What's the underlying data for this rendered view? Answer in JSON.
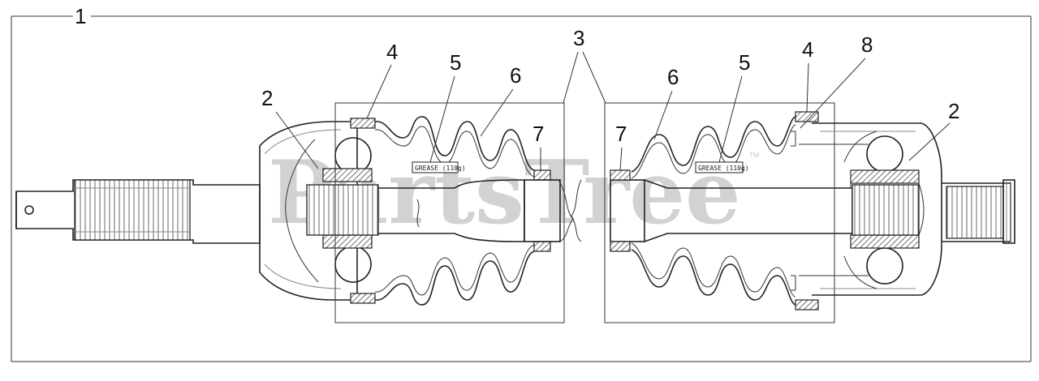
{
  "callouts": {
    "c1": "1",
    "c2a": "2",
    "c2b": "2",
    "c3": "3",
    "c4a": "4",
    "c4b": "4",
    "c5a": "5",
    "c5b": "5",
    "c6a": "6",
    "c6b": "6",
    "c7a": "7",
    "c7b": "7",
    "c8": "8"
  },
  "grease_labels": {
    "left": "GREASE (110g)",
    "right": "GREASE (110g)"
  },
  "watermark": {
    "text": "PartsTree",
    "trademark": "™"
  }
}
